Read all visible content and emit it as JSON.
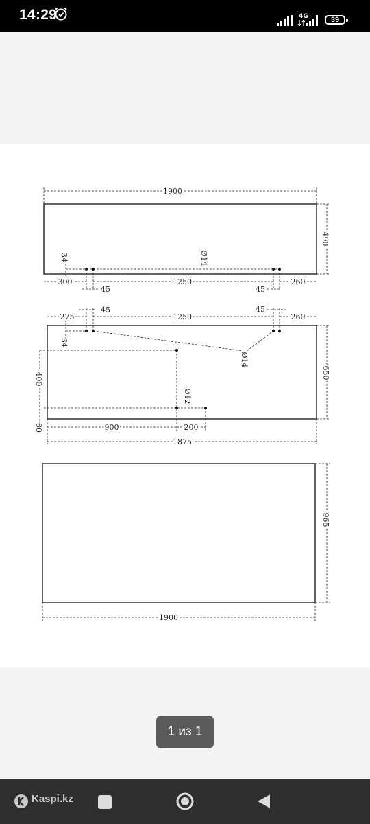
{
  "status_bar": {
    "time": "14:29",
    "alarm_icon": "alarm-clock-icon",
    "network_type": "4G",
    "battery_level": "39"
  },
  "viewer": {
    "page_counter": "1 из 1"
  },
  "drawing": {
    "panel1": {
      "width_label": "1900",
      "height_label": "490",
      "hole_label": "Ø14",
      "offset_top_label": "34",
      "left_offset": "300",
      "left_gap": "45",
      "spacing": "1250",
      "right_gap": "45",
      "right_offset": "260"
    },
    "panel2": {
      "left_offset": "275",
      "left_gap": "45",
      "spacing": "1250",
      "right_gap": "45",
      "right_offset": "260",
      "offset_top_label": "34",
      "hole_label": "Ø14",
      "height_label": "650",
      "drill_height": "400",
      "bottom_offset": "80",
      "drill_label": "Ø12",
      "drill_x": "900",
      "drill_spacing": "200",
      "total_width": "1875"
    },
    "panel3": {
      "height_label": "965",
      "width_label": "1900"
    }
  },
  "nav_bar": {
    "brand": "Kaspi.kz"
  }
}
